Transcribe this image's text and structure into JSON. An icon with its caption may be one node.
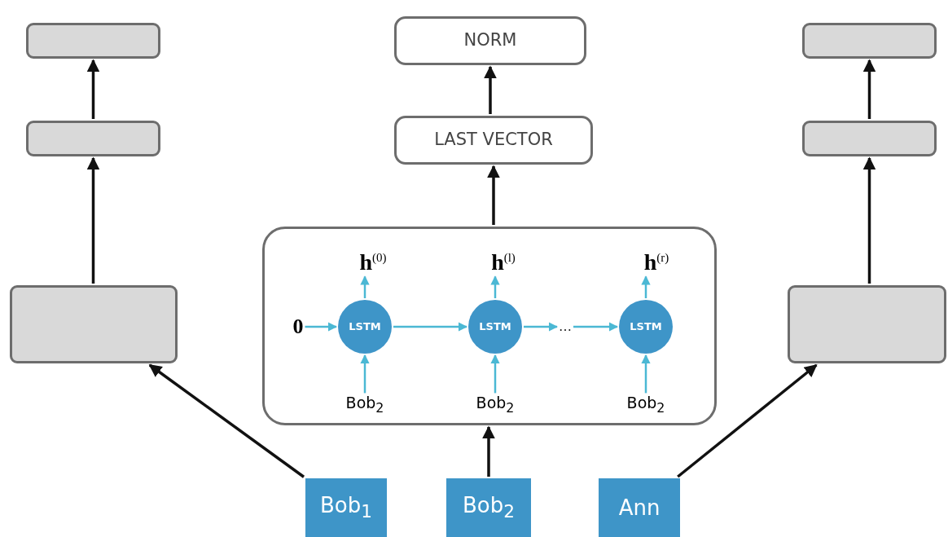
{
  "diagram": {
    "nodes": [
      {
        "text": [],
        "shape": "box"
      },
      {
        "text": [
          "NORM"
        ]
      },
      {
        "text": [],
        "shape": "box"
      },
      {
        "text": [],
        "shape": "box"
      },
      {
        "text": [
          "LAST VECTOR"
        ]
      },
      {
        "text": [],
        "shape": "box"
      },
      {
        "text": [],
        "shape": "box"
      },
      {
        "text": [],
        "shape": "box"
      },
      {
        "text": [
          "0"
        ],
        "in": 7
      },
      {
        "text": [
          "**h**$^{(0)}$"
        ],
        "in": 7
      },
      {
        "text": [
          "**h**$^{(l)}$"
        ],
        "in": 7
      },
      {
        "text": [
          "**h**$^{(r)}$"
        ],
        "in": 7
      },
      {
        "text": [
          "LSTM"
        ],
        "in": 7
      },
      {
        "text": [
          "LSTM"
        ],
        "in": 7
      },
      {
        "text": [
          "…"
        ],
        "in": 7
      },
      {
        "text": [
          "LSTM"
        ],
        "in": 7
      },
      {
        "text": [
          "Bob$_{2}$"
        ],
        "in": 7
      },
      {
        "text": [
          "Bob$_{2}$"
        ],
        "in": 7
      },
      {
        "text": [
          "Bob$_{2}$"
        ],
        "in": 7
      },
      {
        "text": [],
        "shape": "box"
      },
      {
        "text": [
          "Bob$_{1}$"
        ]
      },
      {
        "text": [
          "Bob$_{2}$"
        ]
      },
      {
        "text": [
          "Ann"
        ]
      }
    ],
    "edges": [
      {
        "from": 3,
        "to": 0,
        "arrow": "to",
        "color": "#111111"
      },
      {
        "from": 6,
        "to": 3,
        "arrow": "to",
        "color": "#111111"
      },
      {
        "from": 4,
        "to": 1,
        "arrow": "to",
        "color": "#111111"
      },
      {
        "from": 7,
        "to": 4,
        "arrow": "to",
        "color": "#111111"
      },
      {
        "from": 5,
        "to": 2,
        "arrow": "to",
        "color": "#111111"
      },
      {
        "from": 19,
        "to": 5,
        "arrow": "to",
        "color": "#111111"
      },
      {
        "from": 20,
        "to": 6,
        "arrow": "to",
        "color": "#111111"
      },
      {
        "from": 21,
        "to": 7,
        "arrow": "to",
        "color": "#111111"
      },
      {
        "from": 22,
        "to": 19,
        "arrow": "to",
        "color": "#111111"
      },
      {
        "from": 8,
        "to": 12,
        "arrow": "to"
      },
      {
        "from": 12,
        "to": 13,
        "arrow": "to"
      },
      {
        "from": 13,
        "to": 14,
        "arrow": "to"
      },
      {
        "from": 14,
        "to": 15,
        "arrow": "to"
      },
      {
        "from": 12,
        "to": 9,
        "arrow": "to"
      },
      {
        "from": 13,
        "to": 10,
        "arrow": "to"
      },
      {
        "from": 15,
        "to": 11,
        "arrow": "to"
      },
      {
        "from": 16,
        "to": 12,
        "arrow": "to"
      },
      {
        "from": 17,
        "to": 13,
        "arrow": "to"
      },
      {
        "from": 18,
        "to": 15,
        "arrow": "to"
      }
    ]
  }
}
